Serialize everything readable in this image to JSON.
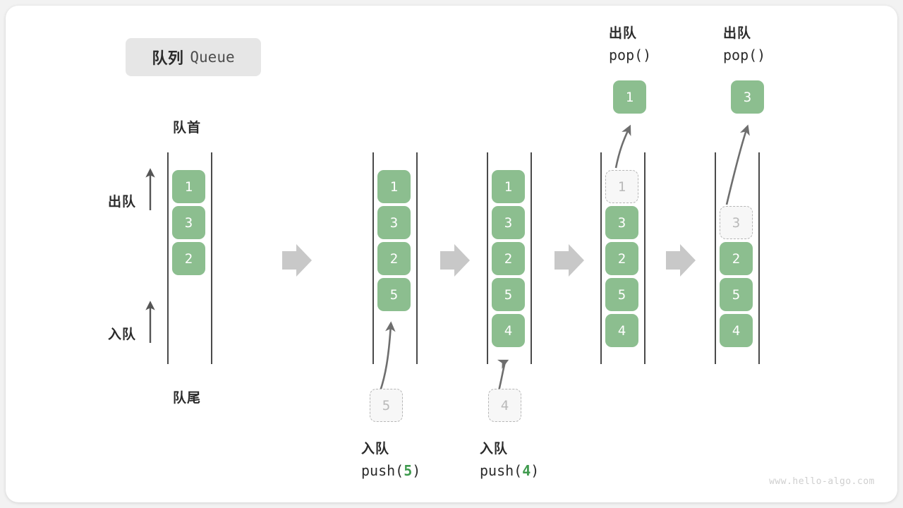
{
  "page": {
    "background": "#f2f2f2",
    "card_background": "#ffffff",
    "accent_green": "#8cbe8f",
    "accent_green_text": "#3f9a4e",
    "ghost_fill": "#f7f7f7",
    "ghost_border": "#b6b6b6",
    "arrow_gray": "#c8c8c8",
    "line_dark": "#4a4a4a",
    "watermark": "www.hello-algo.com"
  },
  "title": {
    "cn": "队列",
    "en": "Queue"
  },
  "legend": {
    "front": "队首",
    "rear": "队尾",
    "dequeue": "出队",
    "enqueue": "入队"
  },
  "columns": [
    {
      "id": "initial",
      "cells": [
        {
          "value": "1",
          "state": "filled",
          "slot": 0
        },
        {
          "value": "3",
          "state": "filled",
          "slot": 1
        },
        {
          "value": "2",
          "state": "filled",
          "slot": 2
        }
      ]
    },
    {
      "id": "after-push-5",
      "cells": [
        {
          "value": "1",
          "state": "filled",
          "slot": 0
        },
        {
          "value": "3",
          "state": "filled",
          "slot": 1
        },
        {
          "value": "2",
          "state": "filled",
          "slot": 2
        },
        {
          "value": "5",
          "state": "filled",
          "slot": 3
        }
      ],
      "incoming": {
        "value": "5",
        "state": "ghost"
      },
      "op": {
        "cn": "入队",
        "fn": "push(",
        "arg": "5",
        "close": ")"
      }
    },
    {
      "id": "after-push-4",
      "cells": [
        {
          "value": "1",
          "state": "filled",
          "slot": 0
        },
        {
          "value": "3",
          "state": "filled",
          "slot": 1
        },
        {
          "value": "2",
          "state": "filled",
          "slot": 2
        },
        {
          "value": "5",
          "state": "filled",
          "slot": 3
        },
        {
          "value": "4",
          "state": "filled",
          "slot": 4
        }
      ],
      "incoming": {
        "value": "4",
        "state": "ghost"
      },
      "op": {
        "cn": "入队",
        "fn": "push(",
        "arg": "4",
        "close": ")"
      }
    },
    {
      "id": "after-pop-1",
      "cells": [
        {
          "value": "1",
          "state": "ghost",
          "slot": 0
        },
        {
          "value": "3",
          "state": "filled",
          "slot": 1
        },
        {
          "value": "2",
          "state": "filled",
          "slot": 2
        },
        {
          "value": "5",
          "state": "filled",
          "slot": 3
        },
        {
          "value": "4",
          "state": "filled",
          "slot": 4
        }
      ],
      "outgoing": {
        "value": "1",
        "state": "filled"
      },
      "op": {
        "cn": "出队",
        "fn": "pop(",
        "arg": "",
        "close": ")"
      }
    },
    {
      "id": "after-pop-3",
      "cells": [
        {
          "value": "3",
          "state": "ghost",
          "slot": 1
        },
        {
          "value": "2",
          "state": "filled",
          "slot": 2
        },
        {
          "value": "5",
          "state": "filled",
          "slot": 3
        },
        {
          "value": "4",
          "state": "filled",
          "slot": 4
        }
      ],
      "outgoing": {
        "value": "3",
        "state": "filled"
      },
      "op": {
        "cn": "出队",
        "fn": "pop(",
        "arg": "",
        "close": ")"
      }
    }
  ]
}
